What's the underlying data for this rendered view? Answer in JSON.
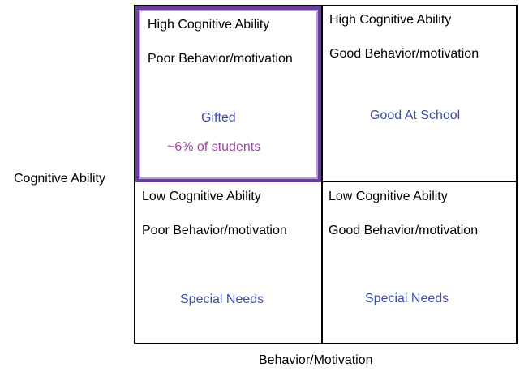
{
  "axes": {
    "y_label": "Cognitive Ability",
    "x_label": "Behavior/Motivation"
  },
  "quadrants": {
    "top_left": {
      "line1": "High Cognitive Ability",
      "line2": "Poor Behavior/motivation",
      "label": "Gifted",
      "note": "~6% of students"
    },
    "top_right": {
      "line1": "High Cognitive Ability",
      "line2": "Good Behavior/motivation",
      "label": "Good At School"
    },
    "bottom_left": {
      "line1": "Low Cognitive Ability",
      "line2": "Poor Behavior/motivation",
      "label": "Special Needs"
    },
    "bottom_right": {
      "line1": "Low Cognitive Ability",
      "line2": "Good Behavior/motivation",
      "label": "Special Needs"
    }
  },
  "colors": {
    "highlight_border": "#6a3fa0",
    "label_text": "#3f4fa8",
    "note_text": "#a044a8"
  }
}
